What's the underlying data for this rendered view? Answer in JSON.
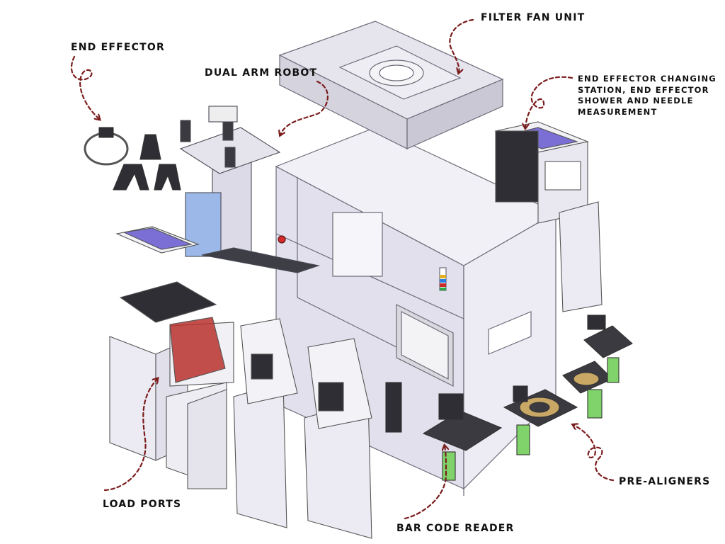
{
  "labels": {
    "filter_fan_unit": "FILTER FAN UNIT",
    "end_effector": "END EFFECTOR",
    "dual_arm_robot": "DUAL ARM ROBOT",
    "changing_station": {
      "line1": "END EFFECTOR CHANGING",
      "line2": "STATION, END EFFECTOR",
      "line3": "SHOWER AND NEEDLE",
      "line4": "MEASUREMENT"
    },
    "load_ports": "LOAD PORTS",
    "pre_aligners": "PRE-ALIGNERS",
    "bar_code_reader": "BAR CODE READER"
  },
  "colors": {
    "arrow": "#7a1c1c",
    "frame": "#e7e5f0",
    "frame_stroke": "#6b6b78",
    "panel": "#d9d7e6",
    "dark": "#2a2a2e",
    "blue_glass": "#7b6fd6",
    "red_glass": "#b8312d",
    "green": "#7fd36a",
    "tan": "#c9a866"
  }
}
